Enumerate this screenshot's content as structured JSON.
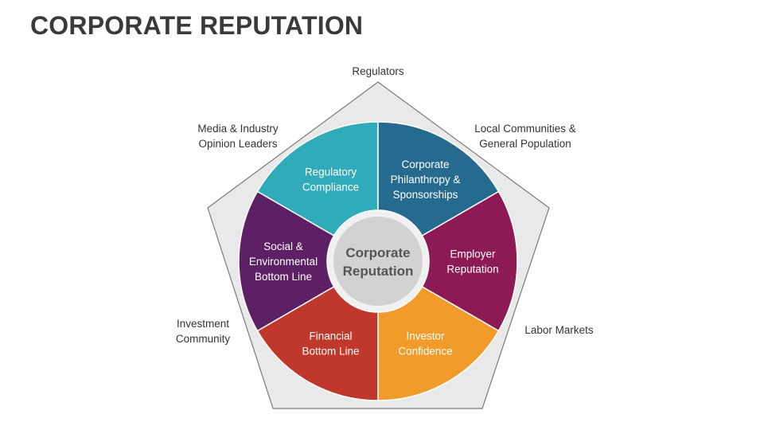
{
  "title": "CORPORATE REPUTATION",
  "center": {
    "line1": "Corporate",
    "line2": "Reputation"
  },
  "segments": [
    {
      "id": "regulatory",
      "lines": [
        "Regulatory",
        "Compliance"
      ],
      "color": "#2fabb9"
    },
    {
      "id": "philanthropy",
      "lines": [
        "Corporate",
        "Philanthropy &",
        "Sponsorships"
      ],
      "color": "#266b8f"
    },
    {
      "id": "employer",
      "lines": [
        "Employer",
        "Reputation"
      ],
      "color": "#8e1a55"
    },
    {
      "id": "investor",
      "lines": [
        "Investor",
        "Confidence"
      ],
      "color": "#f19c2a"
    },
    {
      "id": "financial",
      "lines": [
        "Financial",
        "Bottom Line"
      ],
      "color": "#c0372c"
    },
    {
      "id": "social",
      "lines": [
        "Social &",
        "Environmental",
        "Bottom Line"
      ],
      "color": "#5e2064"
    }
  ],
  "stakeholders": {
    "regulators": "Regulators",
    "media": [
      "Media & Industry",
      "Opinion Leaders"
    ],
    "local": [
      "Local Communities &",
      "General Population"
    ],
    "investment": [
      "Investment",
      "Community"
    ],
    "labor": "Labor Markets"
  },
  "colors": {
    "pentagon_fill": "#e9e9e9",
    "pentagon_stroke": "#7a7a7a",
    "center_fill": "#d2d2d2",
    "center_ring": "#f1f1f1",
    "title": "#3a3a3a"
  }
}
